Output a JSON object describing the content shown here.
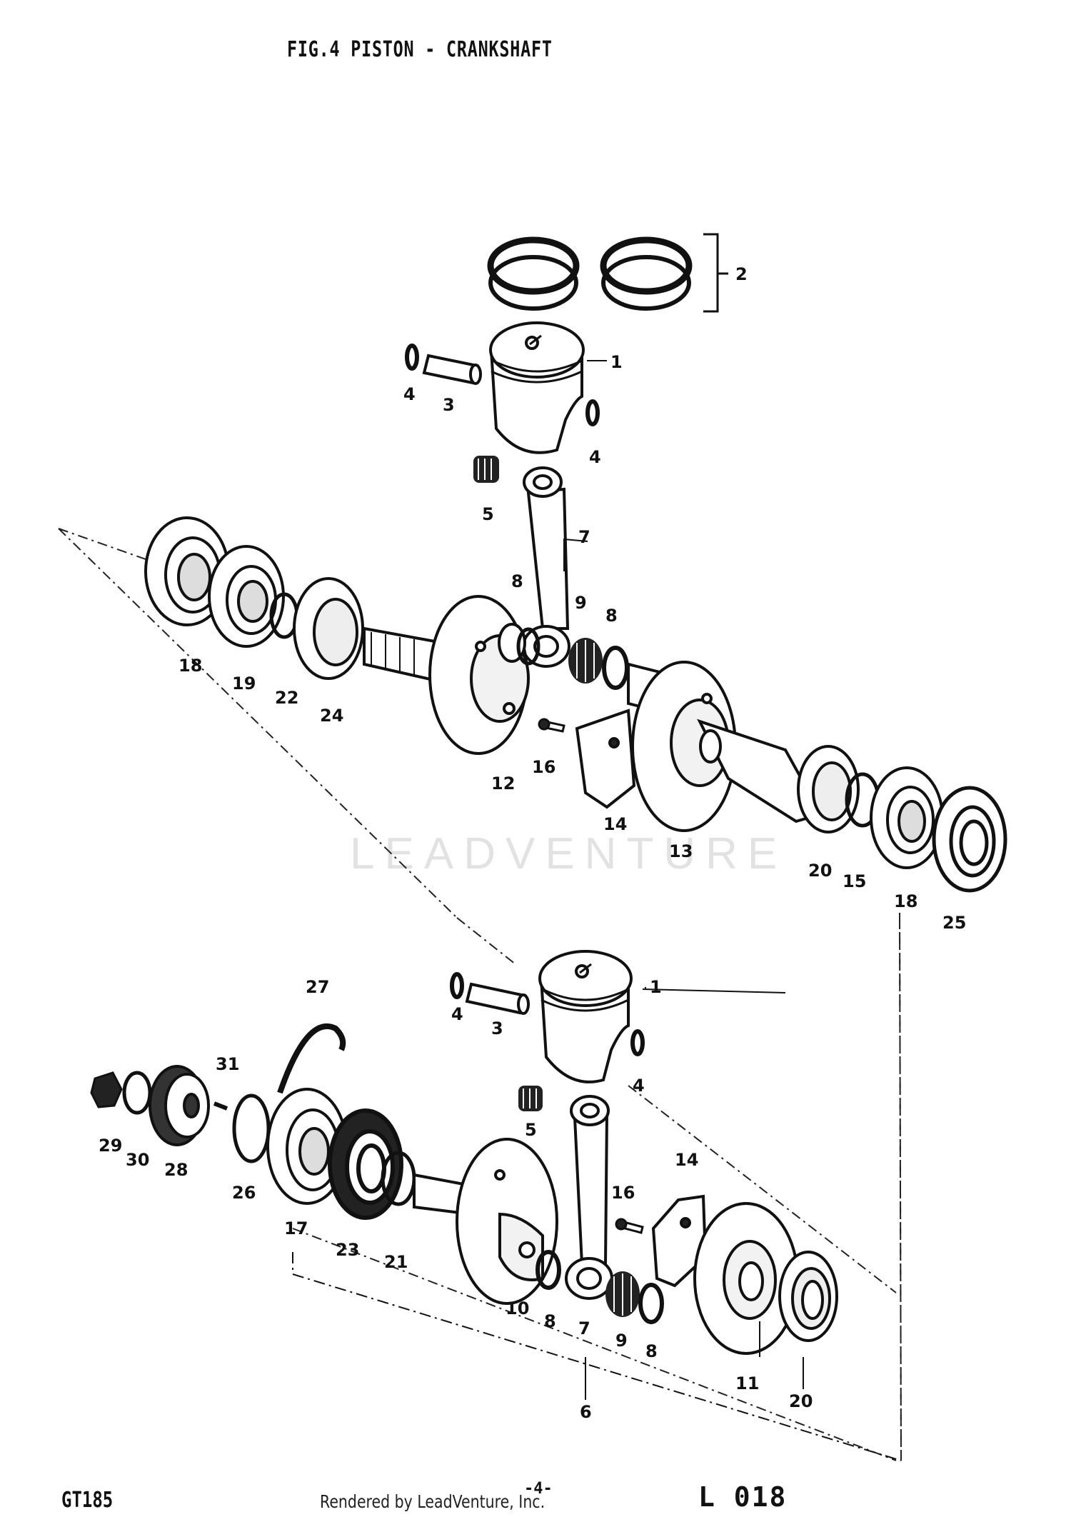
{
  "figure": {
    "title": "FIG.4  PISTON - CRANKSHAFT",
    "watermark": "LEADVENTURE",
    "model": "GT185",
    "rendered_by": "Rendered by LeadVenture, Inc.",
    "page": "-4-",
    "code": "L 018"
  },
  "upper_callouts": [
    "1",
    "2",
    "3",
    "4",
    "4",
    "5",
    "7",
    "8",
    "9",
    "8",
    "18",
    "19",
    "22",
    "24",
    "12",
    "16",
    "14",
    "13",
    "20",
    "15",
    "18",
    "25"
  ],
  "lower_callouts": [
    "1",
    "3",
    "4",
    "4",
    "27",
    "31",
    "29",
    "30",
    "28",
    "26",
    "17",
    "23",
    "21",
    "5",
    "14",
    "16",
    "10",
    "8",
    "7",
    "9",
    "8",
    "6",
    "11",
    "20"
  ]
}
